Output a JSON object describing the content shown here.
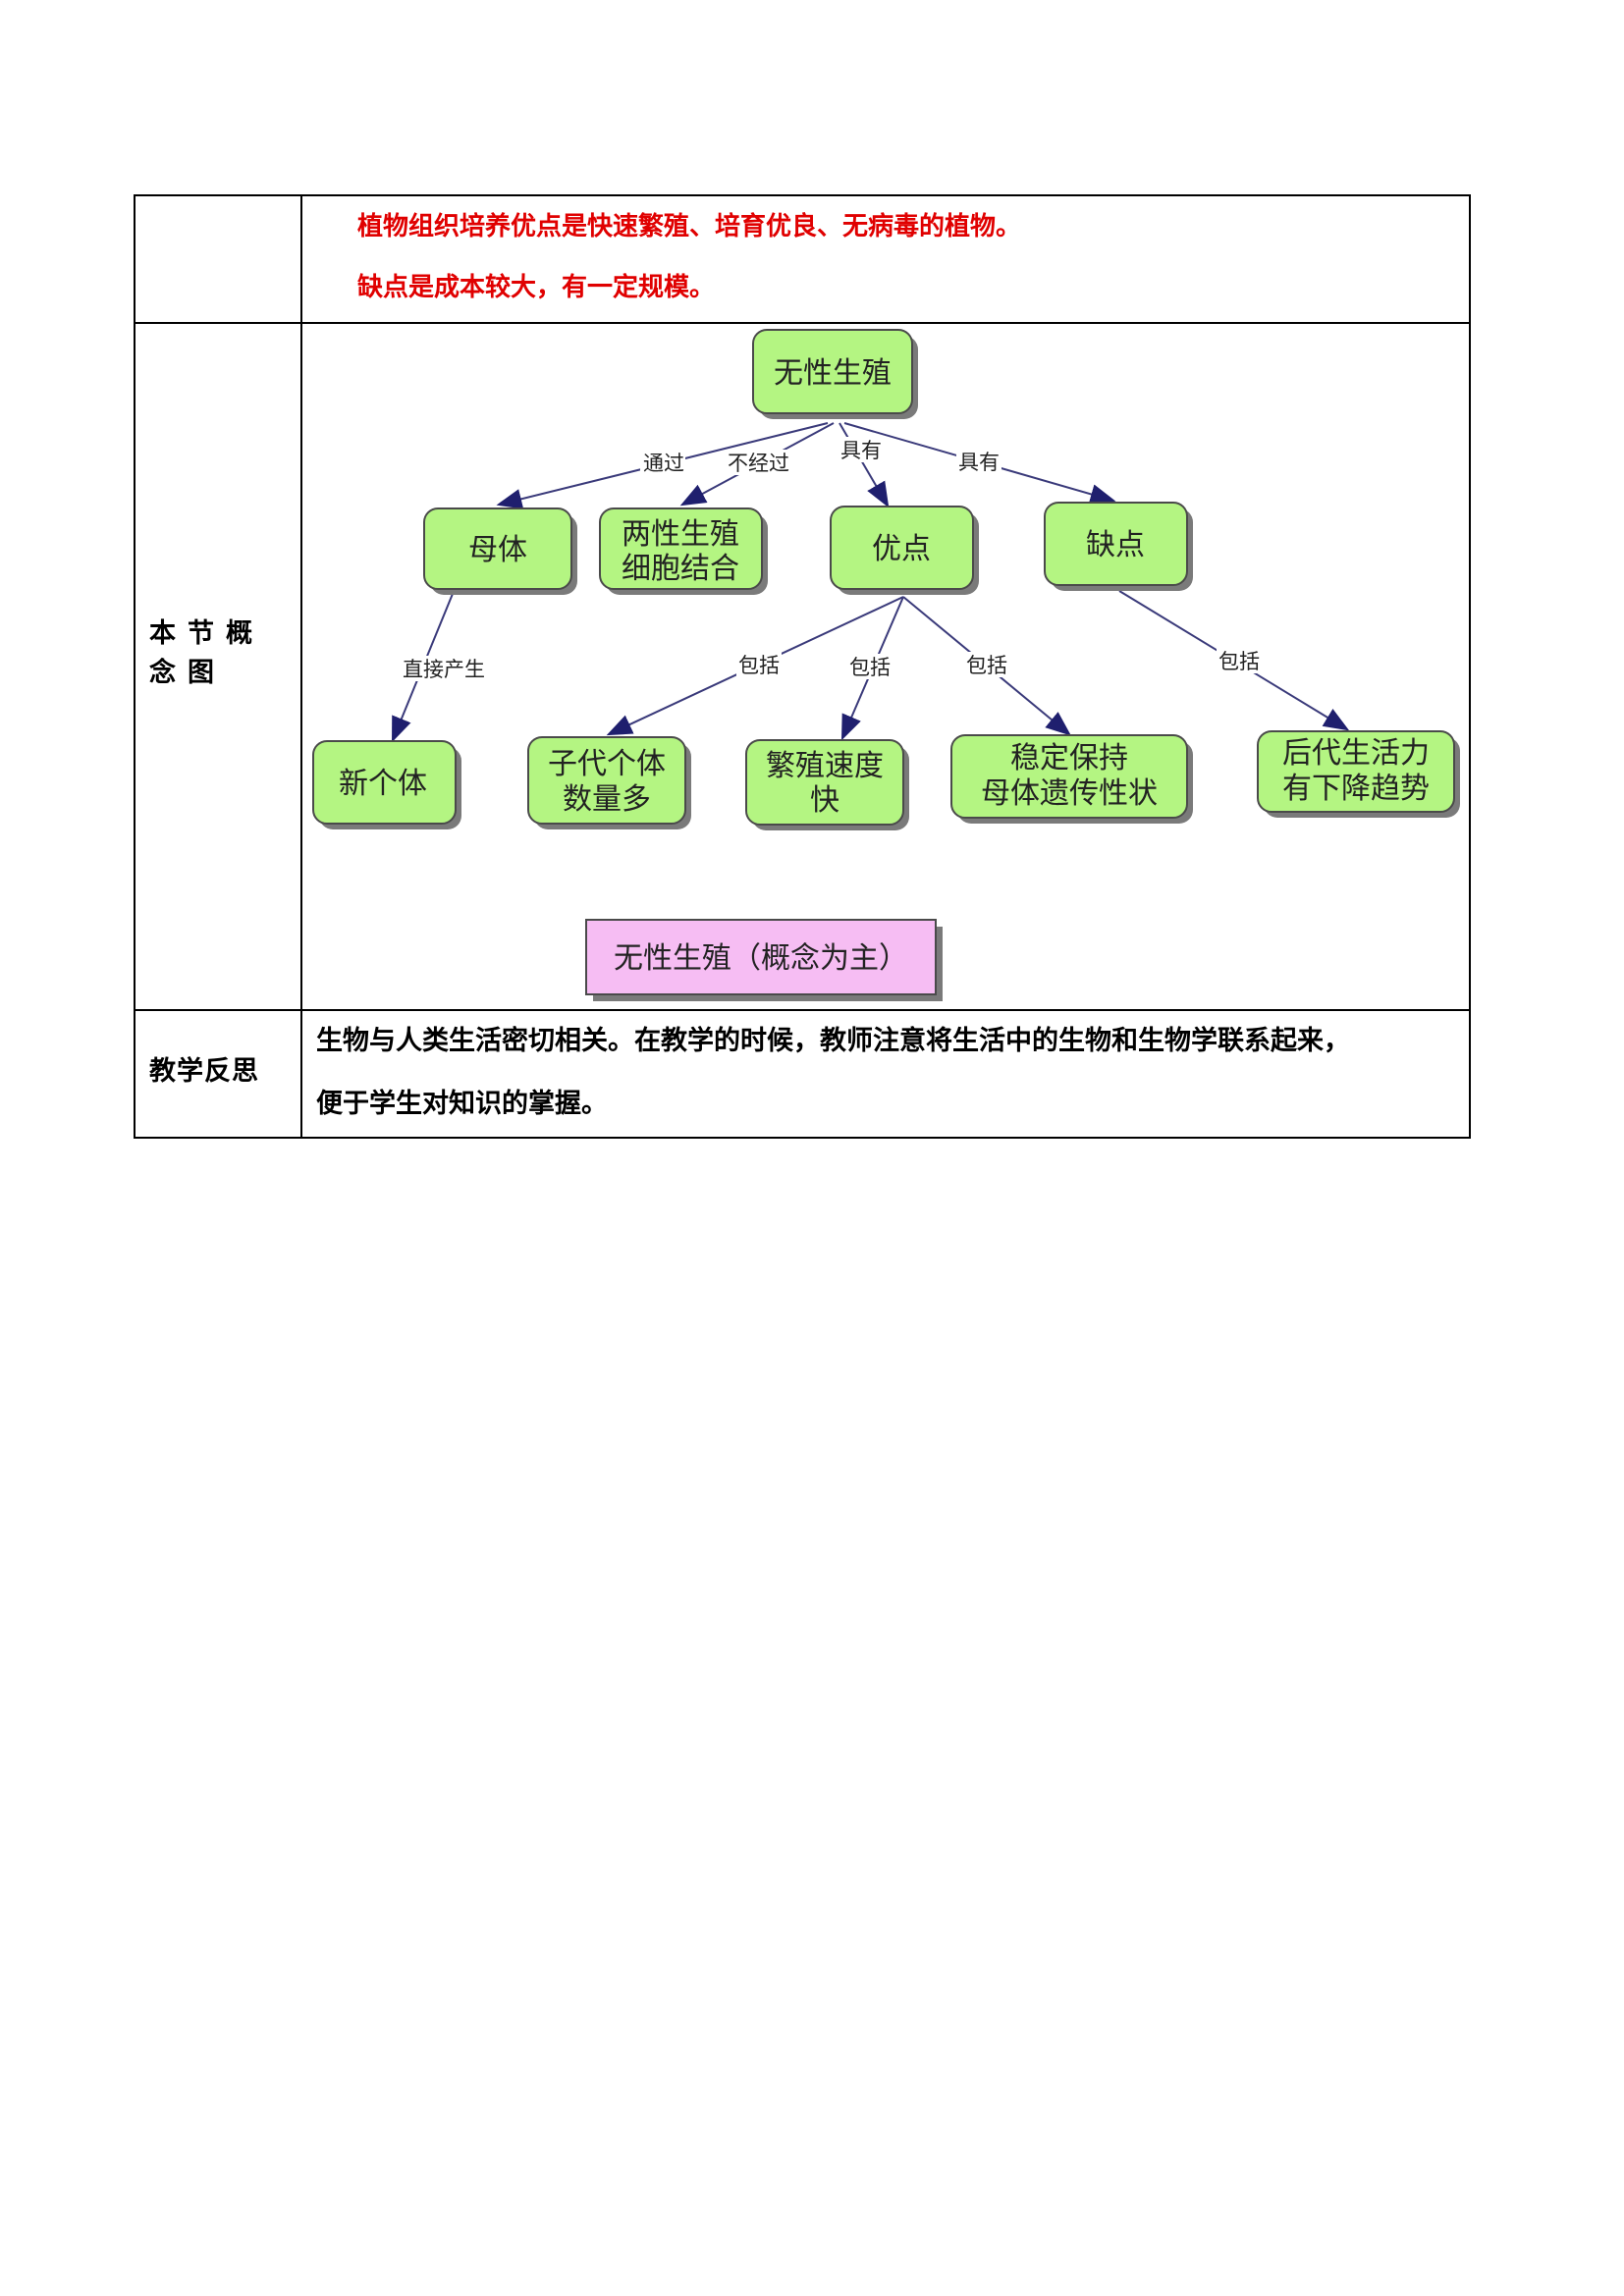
{
  "row_top": {
    "label": "",
    "lines": [
      "植物组织培养优点是快速繁殖、培育优良、无病毒的植物。",
      "缺点是成本较大，有一定规模。"
    ]
  },
  "row_concept": {
    "label": "本节概念图"
  },
  "row_reflect": {
    "label": "教学反思",
    "lines": [
      "生物与人类生活密切相关。在教学的时候，教师注意将生活中的生物和生物学联系起来，",
      "便于学生对知识的掌握。"
    ]
  },
  "concept_map": {
    "root": "无性生殖",
    "nodes": {
      "mother": "母体",
      "no_gametes": [
        "两性生殖",
        "细胞结合"
      ],
      "advantage": "优点",
      "disadvantage": "缺点",
      "new_individual": "新个体",
      "many_offspring": [
        "子代个体",
        "数量多"
      ],
      "fast": [
        "繁殖速度",
        "快"
      ],
      "stable": [
        "稳定保持",
        "母体遗传性状"
      ],
      "decline": [
        "后代生活力",
        "有下降趋势"
      ]
    },
    "edges": {
      "via": "通过",
      "not_via": "不经过",
      "has1": "具有",
      "has2": "具有",
      "direct": "直接产生",
      "inc1": "包括",
      "inc2": "包括",
      "inc3": "包括",
      "inc4": "包括"
    },
    "caption": "无性生殖（概念为主）",
    "colors": {
      "node_fill": "#b4f582",
      "node_stroke": "#4a4a4a",
      "shadow": "#7a7a7a",
      "caption_fill": "#f6bdf3",
      "arrow": "#1f1f6e"
    }
  }
}
